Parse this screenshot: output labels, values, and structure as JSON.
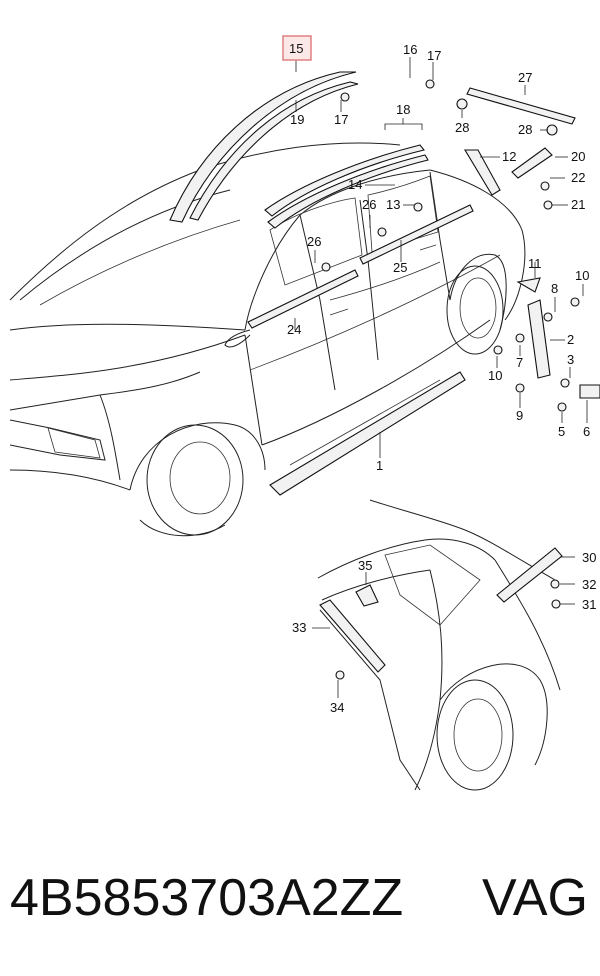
{
  "highlight_color": "#e08080",
  "callouts": {
    "c1": "1",
    "c2": "2",
    "c3": "3",
    "c5": "5",
    "c6": "6",
    "c7": "7",
    "c8": "8",
    "c9": "9",
    "c10a": "10",
    "c10b": "10",
    "c11": "11",
    "c12": "12",
    "c13": "13",
    "c14": "14",
    "c15": "15",
    "c16": "16",
    "c17a": "17",
    "c17b": "17",
    "c18": "18",
    "c19": "19",
    "c20": "20",
    "c21": "21",
    "c22": "22",
    "c24": "24",
    "c25": "25",
    "c26a": "26",
    "c26b": "26",
    "c27": "27",
    "c28a": "28",
    "c28b": "28",
    "c30": "30",
    "c31": "31",
    "c32": "32",
    "c33": "33",
    "c34": "34",
    "c35": "35"
  },
  "footer": {
    "part_number": "4B5853703A2ZZ",
    "brand": "VAG"
  }
}
